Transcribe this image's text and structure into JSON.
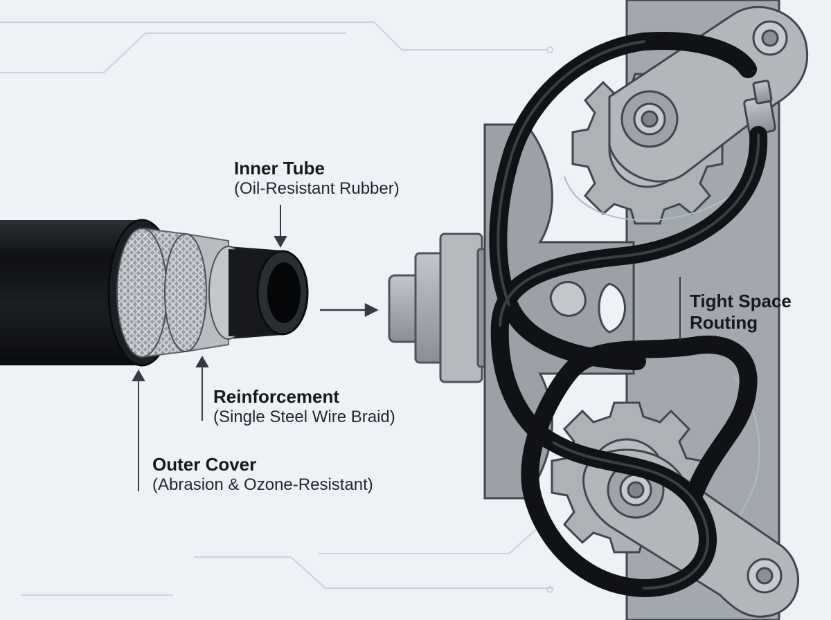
{
  "labels": {
    "inner_tube": {
      "title": "Inner Tube",
      "subtitle": "(Oil-Resistant Rubber)"
    },
    "reinforcement": {
      "title": "Reinforcement",
      "subtitle": "(Single Steel Wire Braid)"
    },
    "outer_cover": {
      "title": "Outer Cover",
      "subtitle": "(Abrasion & Ozone-Resistant)"
    },
    "tight_space": {
      "line1": "Tight Space",
      "line2": "Routing"
    }
  },
  "colors": {
    "background": "#eef2f6",
    "hose_black": "#121417",
    "braid_gray": "#9aa0a6",
    "metal_gray": "#9ea3a9",
    "circuit_line": "#c9d3dd",
    "text": "#15181d"
  },
  "icons": [
    "arrow-up-icon",
    "arrow-down-icon",
    "arrow-right-icon",
    "gear-icon",
    "pivot-bolt-icon"
  ]
}
